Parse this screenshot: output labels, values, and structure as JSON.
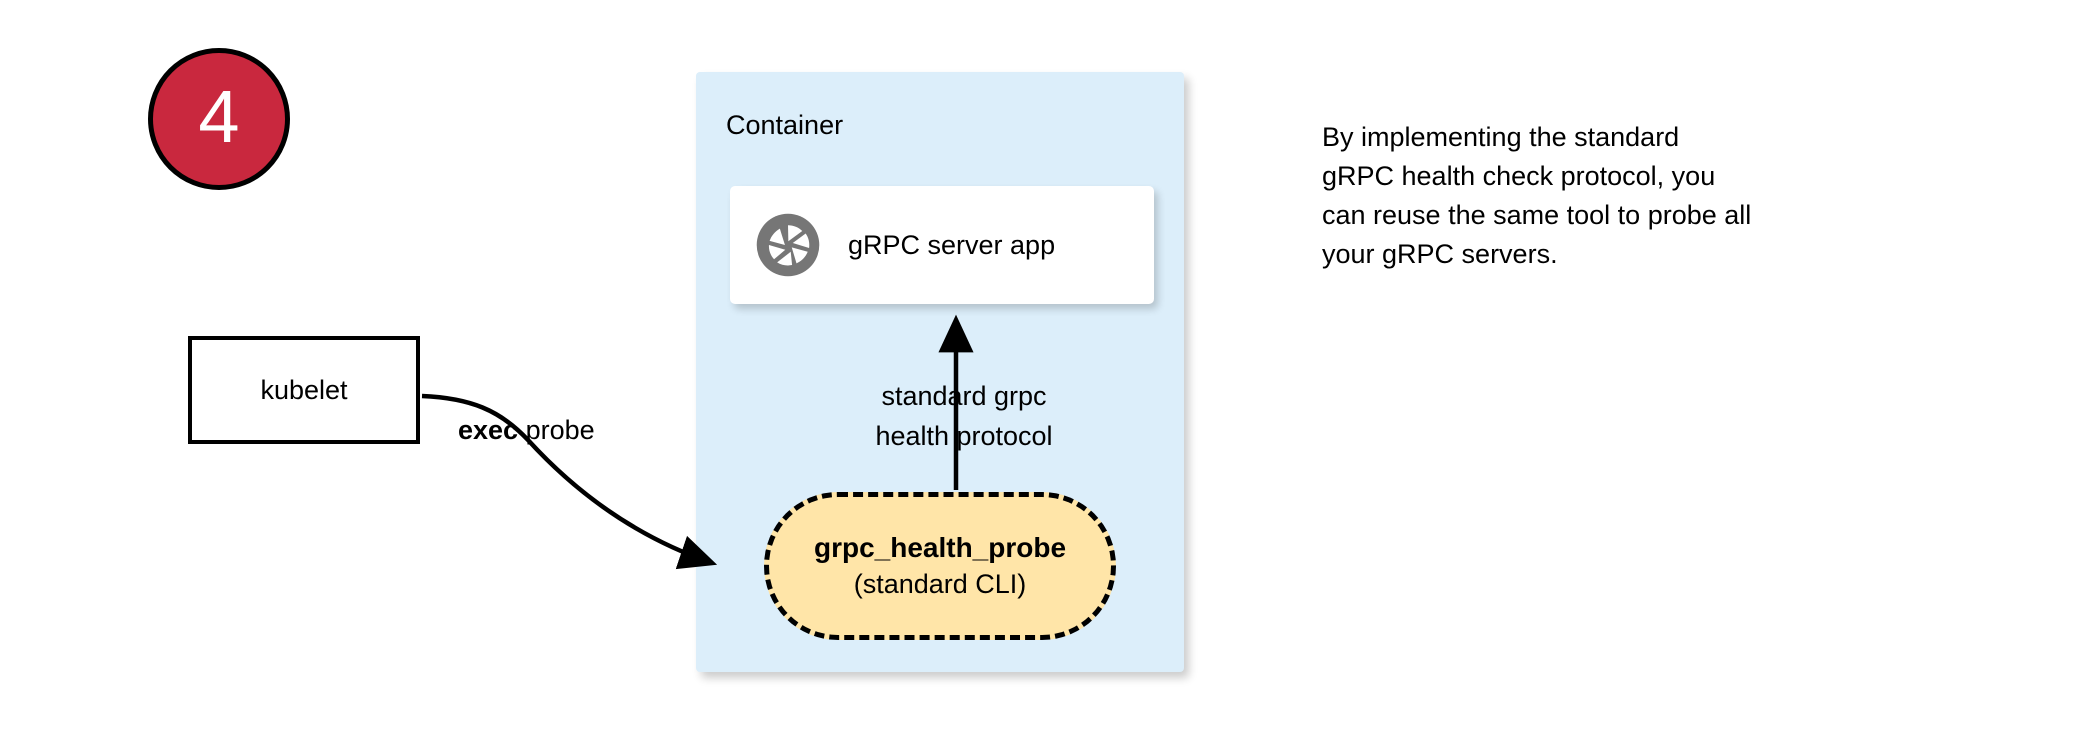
{
  "step": {
    "number": "4"
  },
  "container": {
    "title": "Container"
  },
  "server_card": {
    "icon": "aperture-icon",
    "label": "gRPC server app"
  },
  "kubelet": {
    "label": "kubelet"
  },
  "edges": {
    "exec_probe": {
      "bold_text": "exec",
      "rest_text": " probe"
    },
    "protocol": {
      "line1": "standard grpc",
      "line2": "health protocol"
    }
  },
  "probe_node": {
    "title": "grpc_health_probe",
    "subtitle": "(standard CLI)"
  },
  "caption": {
    "line1": "By implementing the standard",
    "line2": "gRPC health check protocol, you",
    "line3": "can reuse the same tool to probe all",
    "line4": "your gRPC servers."
  },
  "colors": {
    "badge_fill": "#C9283E",
    "badge_text": "#FFFFFF",
    "container_fill": "#DCEEFA",
    "probe_fill": "#FFE5A8",
    "icon_gray": "#767676",
    "stroke": "#000000"
  }
}
